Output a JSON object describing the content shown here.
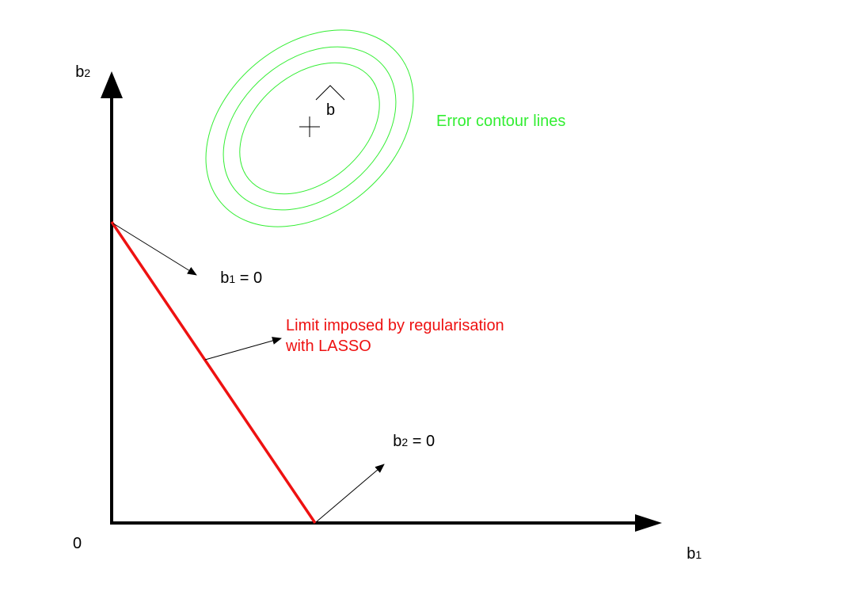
{
  "axes": {
    "y_label_base": "b",
    "y_label_sub": "2",
    "x_label_base": "b",
    "x_label_sub": "1",
    "origin_label": "0"
  },
  "estimate": {
    "label": "b",
    "marker": "crosshair"
  },
  "contours": {
    "label": "Error contour lines",
    "color": "#33ee33",
    "count": 3
  },
  "lasso": {
    "label_line1": "Limit imposed by regularisation",
    "label_line2": "with LASSO",
    "color": "#ee1111"
  },
  "intercepts": {
    "b1_zero": {
      "base": "b",
      "sub": "1",
      "rest": " = 0"
    },
    "b2_zero": {
      "base": "b",
      "sub": "2",
      "rest": " = 0"
    }
  },
  "colors": {
    "axis": "#000000",
    "text": "#000000"
  }
}
